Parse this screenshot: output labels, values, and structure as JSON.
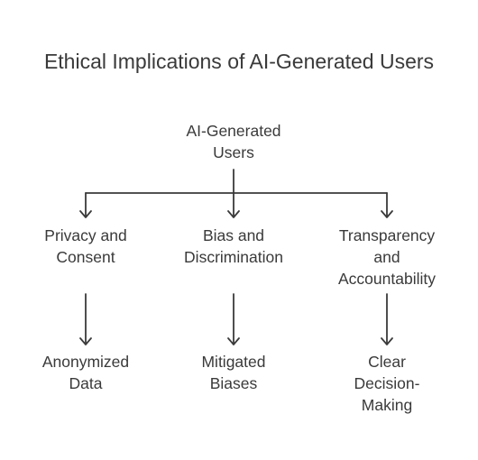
{
  "title": "Ethical Implications of AI-Generated Users",
  "root": {
    "lines": [
      "AI-Generated",
      "Users"
    ]
  },
  "branches": [
    {
      "category": {
        "lines": [
          "Privacy and",
          "Consent"
        ]
      },
      "outcome": {
        "lines": [
          "Anonymized",
          "Data"
        ]
      }
    },
    {
      "category": {
        "lines": [
          "Bias and",
          "Discrimination"
        ]
      },
      "outcome": {
        "lines": [
          "Mitigated",
          "Biases"
        ]
      }
    },
    {
      "category": {
        "lines": [
          "Transparency",
          "and",
          "Accountability"
        ]
      },
      "outcome": {
        "lines": [
          "Clear",
          "Decision-",
          "Making"
        ]
      }
    }
  ],
  "colors": {
    "text": "#3a3a3a",
    "connector": "#3a3a3a",
    "background": "#ffffff"
  }
}
